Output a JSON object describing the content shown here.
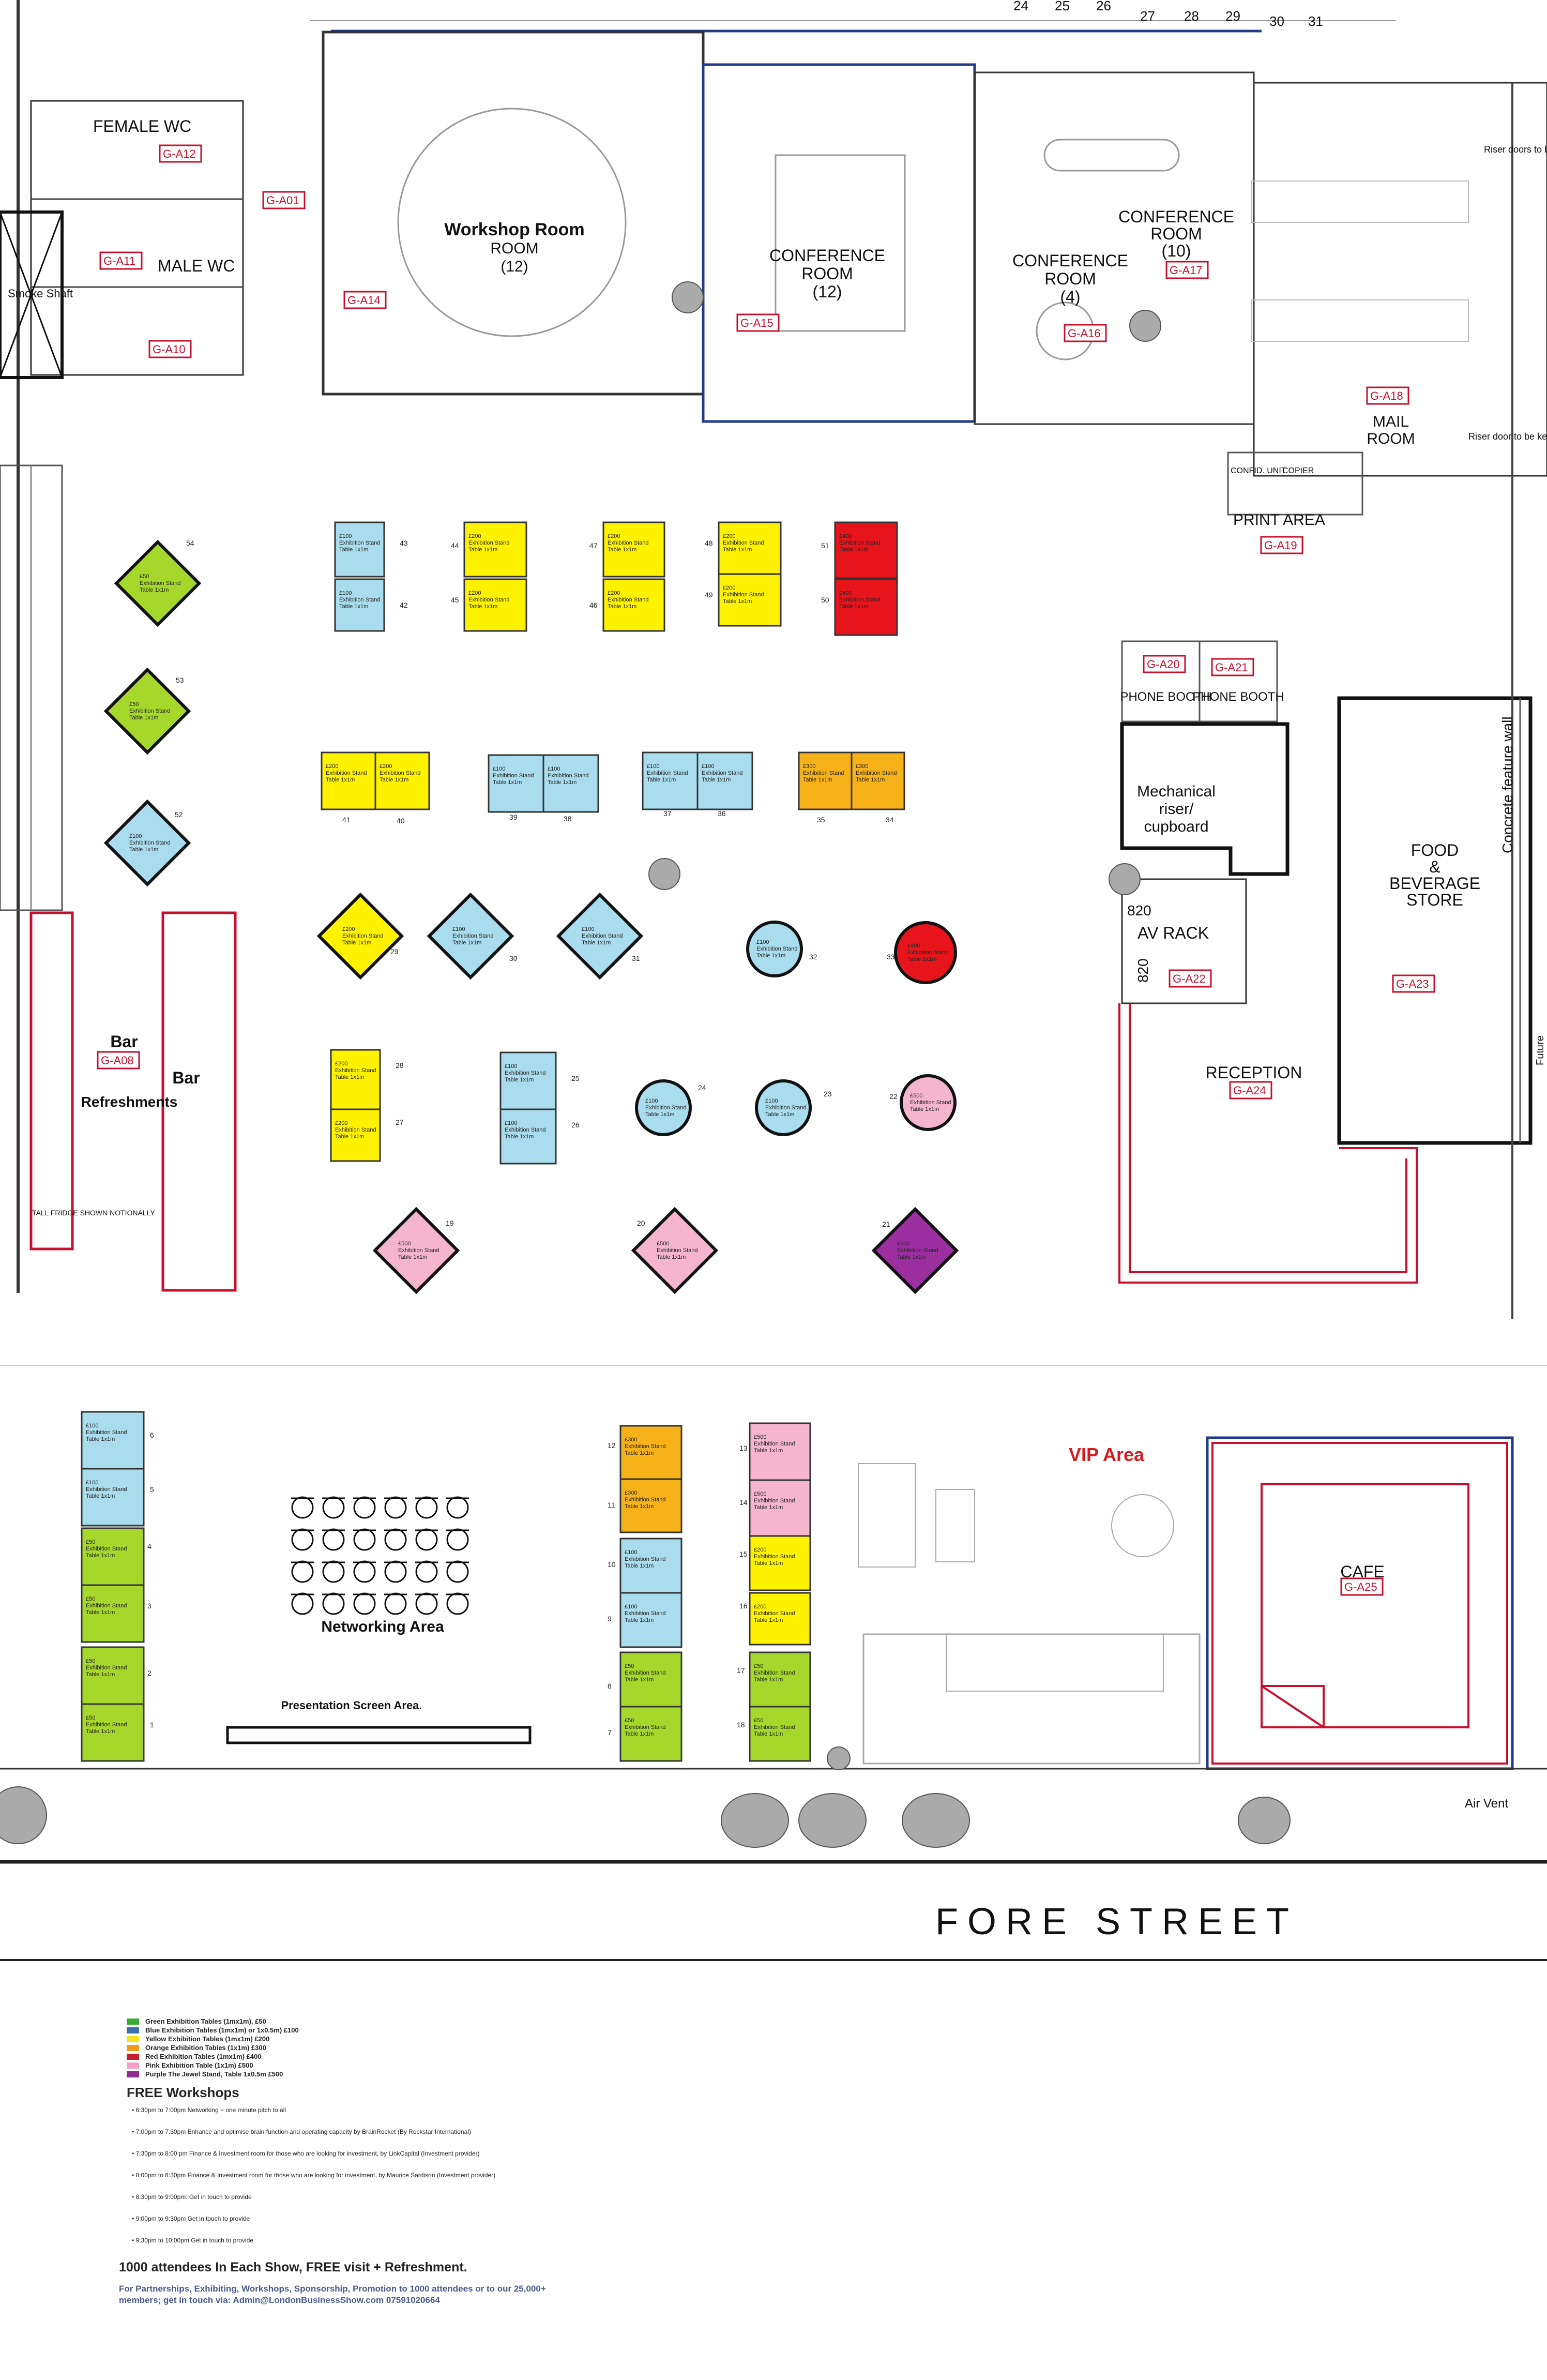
{
  "grid_numbers": [
    "24",
    "25",
    "26",
    "27",
    "28",
    "29",
    "30",
    "31"
  ],
  "rooms": {
    "female_wc": "FEMALE WC",
    "male_wc": "MALE WC",
    "smoke_shaft": "Smoke Shaft",
    "workshop_title": "Workshop Room",
    "workshop_sub": "ROOM",
    "workshop_cap": "(12)",
    "conf1_a": "CONFERENCE",
    "conf1_b": "ROOM",
    "conf1_c": "(12)",
    "conf2_a": "CONFERENCE",
    "conf2_b": "ROOM",
    "conf2_c": "(4)",
    "conf3_a": "CONFERENCE",
    "conf3_b": "ROOM",
    "conf3_c": "(10)",
    "mail_room_a": "MAIL",
    "mail_room_b": "ROOM",
    "print_area": "PRINT AREA",
    "phone_booth": "PHONE BOOTH",
    "mechanical_a": "Mechanical",
    "mechanical_b": "riser/",
    "mechanical_c": "cupboard",
    "av_rack": "AV RACK",
    "food_a": "FOOD",
    "food_b": "&",
    "food_c": "BEVERAGE",
    "food_d": "STORE",
    "reception": "RECEPTION",
    "cafe": "CAFE",
    "vip": "VIP Area",
    "bar": "Bar",
    "bar2": "Bar",
    "refreshments": "Refreshments",
    "networking": "Networking Area",
    "presentation": "Presentation Screen Area.",
    "fore_street": "FORE STREET",
    "air_vent": "Air Vent",
    "riser_note1": "Riser doors to be kept clear for access",
    "riser_note2": "Riser door to be kept clear for access",
    "confid_unit": "CONFID. UNIT",
    "copier": "COPIER",
    "dim_820a": "820",
    "dim_820b": "820",
    "tall_fridge": "TALL FRIDGE SHOWN NOTIONALLY",
    "future": "Future",
    "concrete": "Concrete feature wall"
  },
  "room_codes": {
    "a01": "G-A01",
    "a10": "G-A10",
    "a11": "G-A11",
    "a12": "G-A12",
    "a14": "G-A14",
    "a15": "G-A15",
    "a16": "G-A16",
    "a17": "G-A17",
    "a18": "G-A18",
    "a19": "G-A19",
    "a20": "G-A20",
    "a21": "G-A21",
    "a22": "G-A22",
    "a23": "G-A23",
    "a24": "G-A24",
    "a25": "G-A25",
    "a08": "G-A08"
  },
  "stands": [
    {
      "n": "43",
      "p": "£100",
      "c": "#a9dcec"
    },
    {
      "n": "42",
      "p": "£100",
      "c": "#a9dcec"
    },
    {
      "n": "44",
      "p": "£200",
      "c": "#fff200"
    },
    {
      "n": "45",
      "p": "£200",
      "c": "#fff200"
    },
    {
      "n": "47",
      "p": "£200",
      "c": "#fff200"
    },
    {
      "n": "46",
      "p": "£200",
      "c": "#fff200"
    },
    {
      "n": "48",
      "p": "£200",
      "c": "#fff200"
    },
    {
      "n": "49",
      "p": "£200",
      "c": "#fff200"
    },
    {
      "n": "51",
      "p": "£400",
      "c": "#e8141c"
    },
    {
      "n": "50",
      "p": "£400",
      "c": "#e8141c"
    },
    {
      "n": "54",
      "p": "£50",
      "c": "#a6d82c"
    },
    {
      "n": "53",
      "p": "£50",
      "c": "#a6d82c"
    },
    {
      "n": "52",
      "p": "£100",
      "c": "#a9dcec"
    },
    {
      "n": "41",
      "p": "£200",
      "c": "#fff200"
    },
    {
      "n": "40",
      "p": "£200",
      "c": "#fff200"
    },
    {
      "n": "39",
      "p": "£100",
      "c": "#a9dcec"
    },
    {
      "n": "38",
      "p": "£100",
      "c": "#a9dcec"
    },
    {
      "n": "37",
      "p": "£100",
      "c": "#a9dcec"
    },
    {
      "n": "36",
      "p": "£100",
      "c": "#a9dcec"
    },
    {
      "n": "35",
      "p": "£300",
      "c": "#f7b21a"
    },
    {
      "n": "34",
      "p": "£300",
      "c": "#f7b21a"
    },
    {
      "n": "29",
      "p": "£200",
      "c": "#fff200"
    },
    {
      "n": "30",
      "p": "£100",
      "c": "#a9dcec"
    },
    {
      "n": "31",
      "p": "£100",
      "c": "#a9dcec"
    },
    {
      "n": "32",
      "p": "£100",
      "c": "#a9dcec"
    },
    {
      "n": "33",
      "p": "£400",
      "c": "#e8141c"
    },
    {
      "n": "28",
      "p": "£200",
      "c": "#fff200"
    },
    {
      "n": "27",
      "p": "£200",
      "c": "#fff200"
    },
    {
      "n": "25",
      "p": "£100",
      "c": "#a9dcec"
    },
    {
      "n": "26",
      "p": "£100",
      "c": "#a9dcec"
    },
    {
      "n": "24",
      "p": "£100",
      "c": "#a9dcec"
    },
    {
      "n": "23",
      "p": "£100",
      "c": "#a9dcec"
    },
    {
      "n": "22",
      "p": "£500",
      "c": "#f6b5cf"
    },
    {
      "n": "19",
      "p": "£500",
      "c": "#f6b5cf"
    },
    {
      "n": "20",
      "p": "£500",
      "c": "#f6b5cf"
    },
    {
      "n": "21",
      "p": "£600",
      "c": "#9b2fa0"
    },
    {
      "n": "6",
      "p": "£100",
      "c": "#a9dcec"
    },
    {
      "n": "5",
      "p": "£100",
      "c": "#a9dcec"
    },
    {
      "n": "4",
      "p": "£50",
      "c": "#a6d82c"
    },
    {
      "n": "3",
      "p": "£50",
      "c": "#a6d82c"
    },
    {
      "n": "2",
      "p": "£50",
      "c": "#a6d82c"
    },
    {
      "n": "1",
      "p": "£50",
      "c": "#a6d82c"
    },
    {
      "n": "12",
      "p": "£300",
      "c": "#f7b21a"
    },
    {
      "n": "11",
      "p": "£300",
      "c": "#f7b21a"
    },
    {
      "n": "10",
      "p": "£100",
      "c": "#a9dcec"
    },
    {
      "n": "9",
      "p": "£100",
      "c": "#a9dcec"
    },
    {
      "n": "8",
      "p": "£50",
      "c": "#a6d82c"
    },
    {
      "n": "7",
      "p": "£50",
      "c": "#a6d82c"
    },
    {
      "n": "13",
      "p": "£500",
      "c": "#f6b5cf"
    },
    {
      "n": "14",
      "p": "£500",
      "c": "#f6b5cf"
    },
    {
      "n": "15",
      "p": "£200",
      "c": "#fff200"
    },
    {
      "n": "16",
      "p": "£200",
      "c": "#fff200"
    },
    {
      "n": "17",
      "p": "£50",
      "c": "#a6d82c"
    },
    {
      "n": "18",
      "p": "£50",
      "c": "#a6d82c"
    }
  ],
  "stand_label": "Exhibition Stand",
  "stand_size": "Table 1x1m",
  "legend": {
    "items": [
      {
        "label": "Green Exhibition Tables (1mx1m), £50",
        "color": "#3aaa35"
      },
      {
        "label": "Blue Exhibition Tables (1mx1m) or 1x0.5m) £100",
        "color": "#3a6fb0"
      },
      {
        "label": "Yellow Exhibition Tables (1mx1m) £200",
        "color": "#f5e11c"
      },
      {
        "label": "Orange Exhibition Tables (1x1m) £300",
        "color": "#f29a1c"
      },
      {
        "label": "Red Exhibition Tables (1mx1m) £400",
        "color": "#c81e2a"
      },
      {
        "label": "Pink Exhibition Table (1x1m) £500",
        "color": "#f2a0c4"
      },
      {
        "label": "Purple The Jewel Stand, Table 1x0.5m £500",
        "color": "#8e2d8e"
      }
    ],
    "title": "FREE Workshops",
    "workshops": [
      "• 6:30pm to 7:00pm Networking + one minute pitch to all",
      "• 7:00pm to 7:30pm Enhance and optimise brain function and operating capacity by BrainRocket (By Rockstar International)",
      "• 7:30pm to 8:00 pm Finance & Investment room for those who are looking for investment, by LinkCapital (Investment provider)",
      "• 8:00pm to 8:30pm Finance & Investment room for those who are looking for investment, by Maurice Sardison (Investment provider)",
      "• 8:30pm to 9:00pm: Get in touch to provide",
      "• 9:00pm to 9:30pm Get in touch to provide",
      "• 9:30pm to 10:00pm Get in touch to provide"
    ]
  },
  "footer": {
    "attendees": "1000 attendees In Each Show, FREE visit + Refreshment.",
    "contact": "For Partnerships, Exhibiting, Workshops, Sponsorship, Promotion to 1000 attendees or to our 25,000+ members; get in touch via: Admin@LondonBusinessShow.com 07591020664"
  }
}
